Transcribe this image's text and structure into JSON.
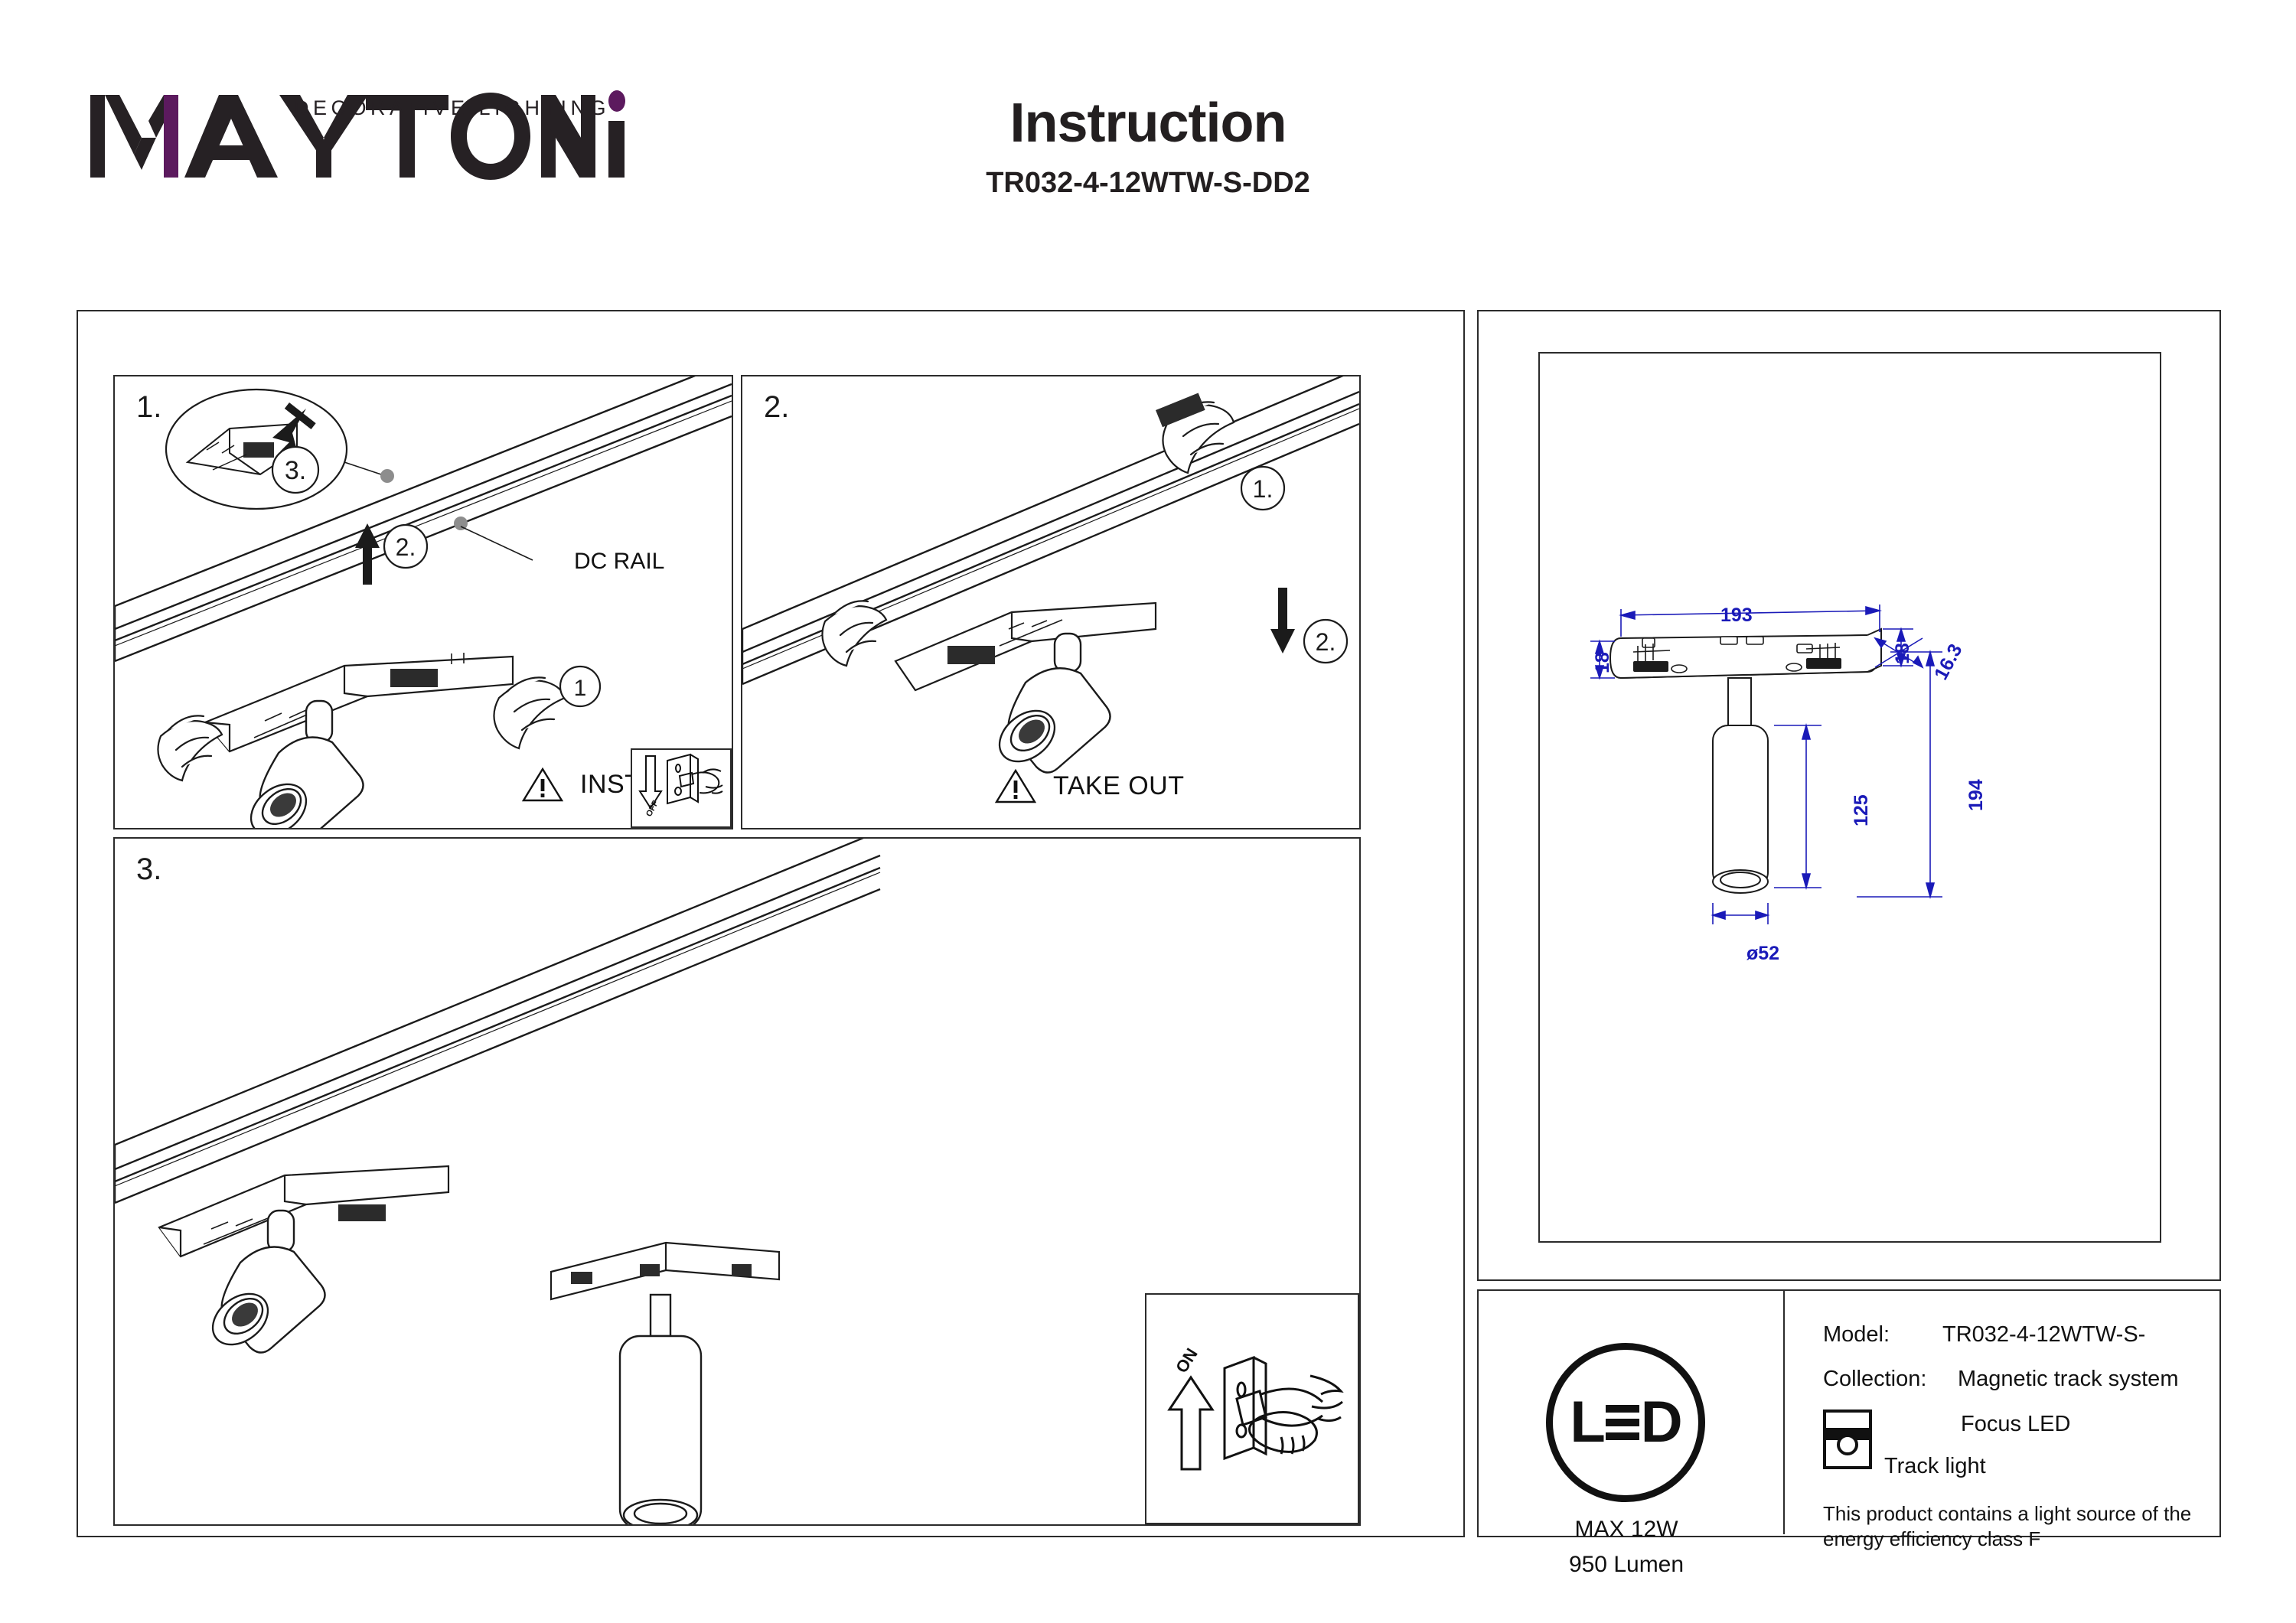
{
  "brand": {
    "name": "MAYTONI",
    "tagline": "DECORATIVE LIGHTING",
    "accent_color": "#5c1a5e",
    "text_color": "#262124"
  },
  "header": {
    "title": "Instruction",
    "model_code": "TR032-4-12WTW-S-DD2"
  },
  "panels": [
    {
      "id": "panel-install",
      "step_label": "1.",
      "detail_bubble_label": "3.",
      "markers": [
        "2.",
        "1"
      ],
      "callout": "DC RAIL",
      "action_label": "INSTALL",
      "warning_icon": "warning-triangle-icon",
      "switch_icon_label": "OFF"
    },
    {
      "id": "panel-takeout",
      "step_label": "2.",
      "markers": [
        "1.",
        "2."
      ],
      "action_label": "TAKE OUT",
      "warning_icon": "warning-triangle-icon"
    },
    {
      "id": "panel-final",
      "step_label": "3.",
      "switch_icon_label": "ON"
    }
  ],
  "drawing": {
    "dimension_color": "#1a1ab8",
    "dimensions": {
      "track_length": "193",
      "track_height_left": "18",
      "track_height_right": "18",
      "track_depth": "16.3",
      "total_height": "194",
      "body_height": "125",
      "diameter": "ø52"
    }
  },
  "led_badge": {
    "text": "LED",
    "max_power": "MAX 12W",
    "luminous_flux": "950 Lumen"
  },
  "product_info": {
    "model_key": "Model:",
    "model_value": "TR032-4-12WTW-S-",
    "collection_key": "Collection:",
    "collection_value": "Magnetic track system",
    "series_value": "Focus LED",
    "type_value": "Track light",
    "type_icon": "track-light-icon",
    "energy_note": "This product contains a light source of the energy efficiency class F"
  }
}
